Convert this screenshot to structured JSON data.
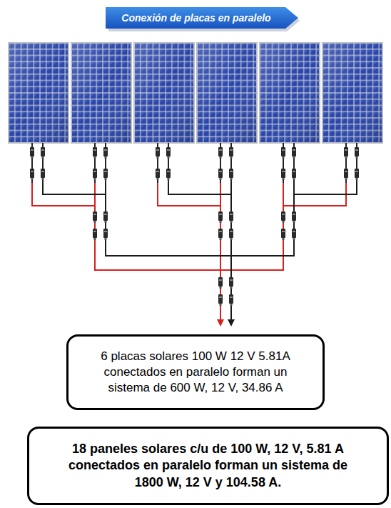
{
  "diagram": {
    "title": "Conexión de placas en paralelo",
    "nodes": [
      {
        "text": [
          "6 placas solares 100 W 12 V 5.81A conectados en paralelo forman un sistema de 600 W, 12 V, 34.86 A"
        ]
      },
      {
        "text": [
          "18 paneles solares c/u de 100 W, 12 V, 5.81 A conectados en paralelo forman un sistema de 1800 W, 12 V y 104.58 A."
        ]
      }
    ]
  }
}
